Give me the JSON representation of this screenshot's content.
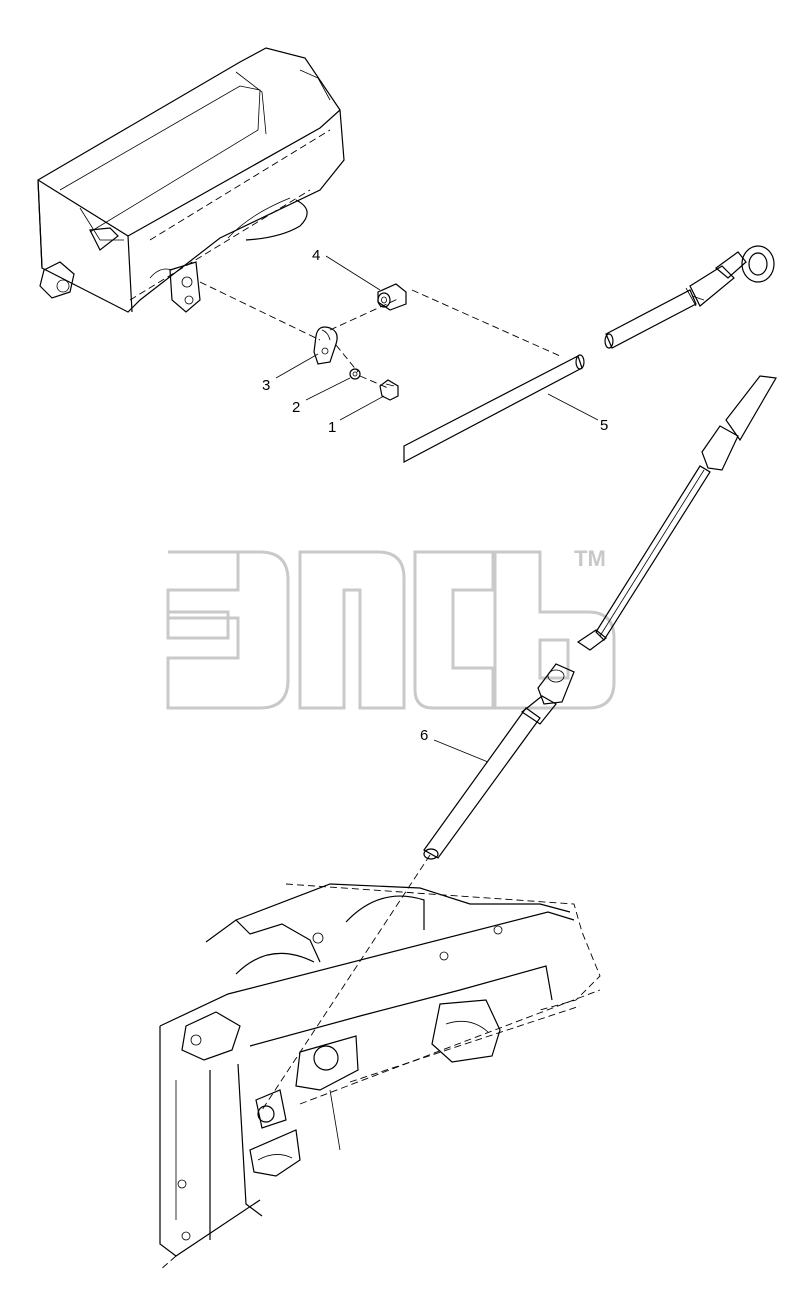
{
  "diagram": {
    "type": "exploded parts diagram",
    "callouts": [
      {
        "id": "callout-4",
        "text": "4"
      },
      {
        "id": "callout-3",
        "text": "3"
      },
      {
        "id": "callout-2",
        "text": "2"
      },
      {
        "id": "callout-1",
        "text": "1"
      },
      {
        "id": "callout-5",
        "text": "5"
      },
      {
        "id": "callout-6",
        "text": "6"
      }
    ]
  },
  "watermark": {
    "trademark": "TM",
    "logo_color": "#c9c9c9"
  },
  "colors": {
    "line": "#000000",
    "background": "#ffffff"
  }
}
